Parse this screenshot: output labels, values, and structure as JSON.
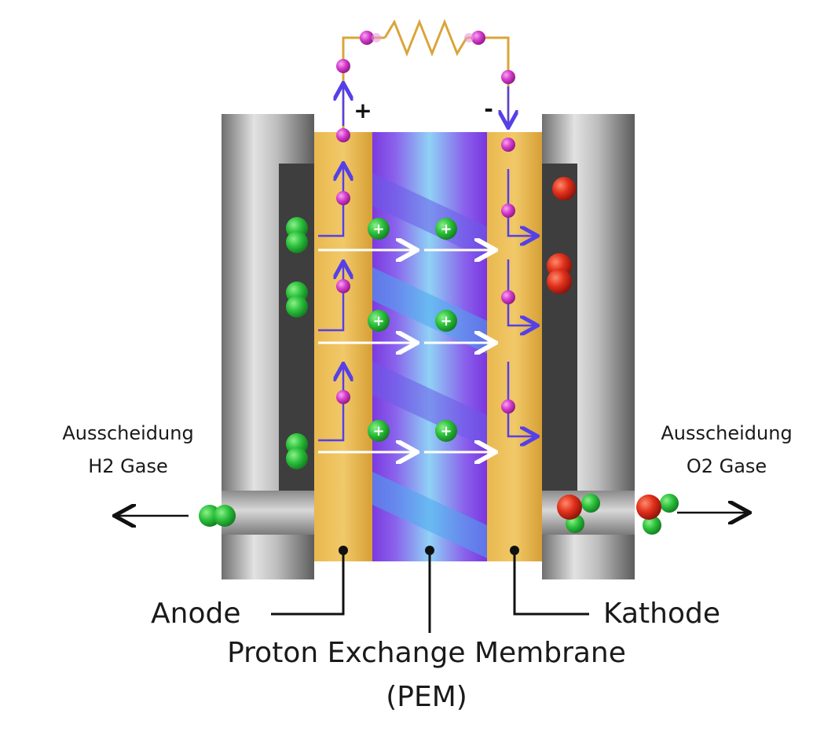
{
  "circuit": {
    "plus_sign": "+",
    "minus_sign": "-"
  },
  "labels": {
    "h2_line1": "Ausscheidung",
    "h2_line2": "H2 Gase",
    "o2_line1": "Ausscheidung",
    "o2_line2": "O2 Gase",
    "anode": "Anode",
    "kathode": "Kathode",
    "pem_line1": "Proton Exchange Membrane",
    "pem_line2": "(PEM)"
  },
  "particles": {
    "proton_symbol": "+",
    "electron_symbol": "-"
  },
  "colors": {
    "electrode": "#E4B04C",
    "membrane": "#7A3FE0",
    "housing": "#9a9a9a",
    "hydrogen": "#2CC13C",
    "oxygen": "#E0301C",
    "electron": "#D43BCB",
    "electron_arrow": "#5540E8",
    "wire": "#D9A53A"
  }
}
